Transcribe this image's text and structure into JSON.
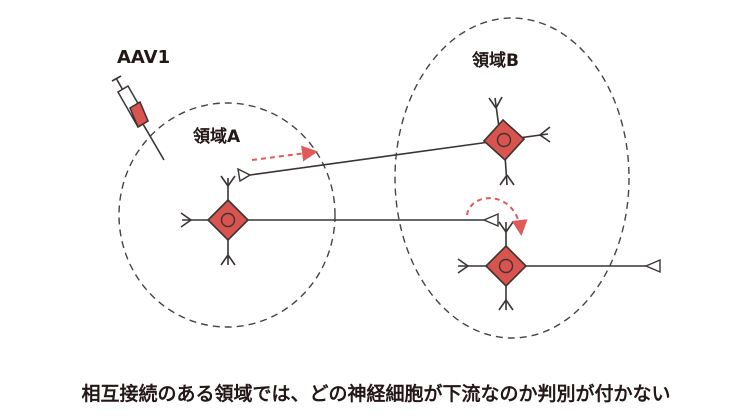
{
  "labels": {
    "virus": "AAV1",
    "region_a": "領域A",
    "region_b": "領域B",
    "caption": "相互接続のある領域では、どの神経細胞が下流なのか判別が付かない"
  },
  "colors": {
    "soma": "#d9534f",
    "arrow": "#e05a5a",
    "line": "#3a3432"
  }
}
